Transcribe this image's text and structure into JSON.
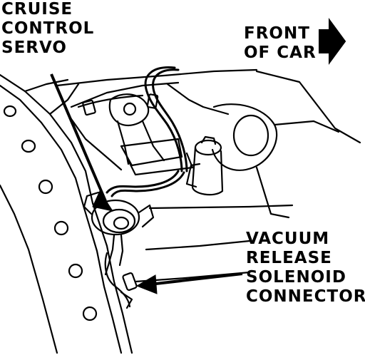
{
  "labels": {
    "cruise_control_servo": [
      "CRUISE",
      "CONTROL",
      "SERVO"
    ],
    "front_of_car": [
      "FRONT",
      "OF CAR"
    ],
    "vacuum_release_solenoid_connector": [
      "VACUUM",
      "RELEASE",
      "SOLENOID",
      "CONNECTOR"
    ]
  },
  "colors": {
    "ink": "#000000",
    "paper": "#ffffff"
  }
}
